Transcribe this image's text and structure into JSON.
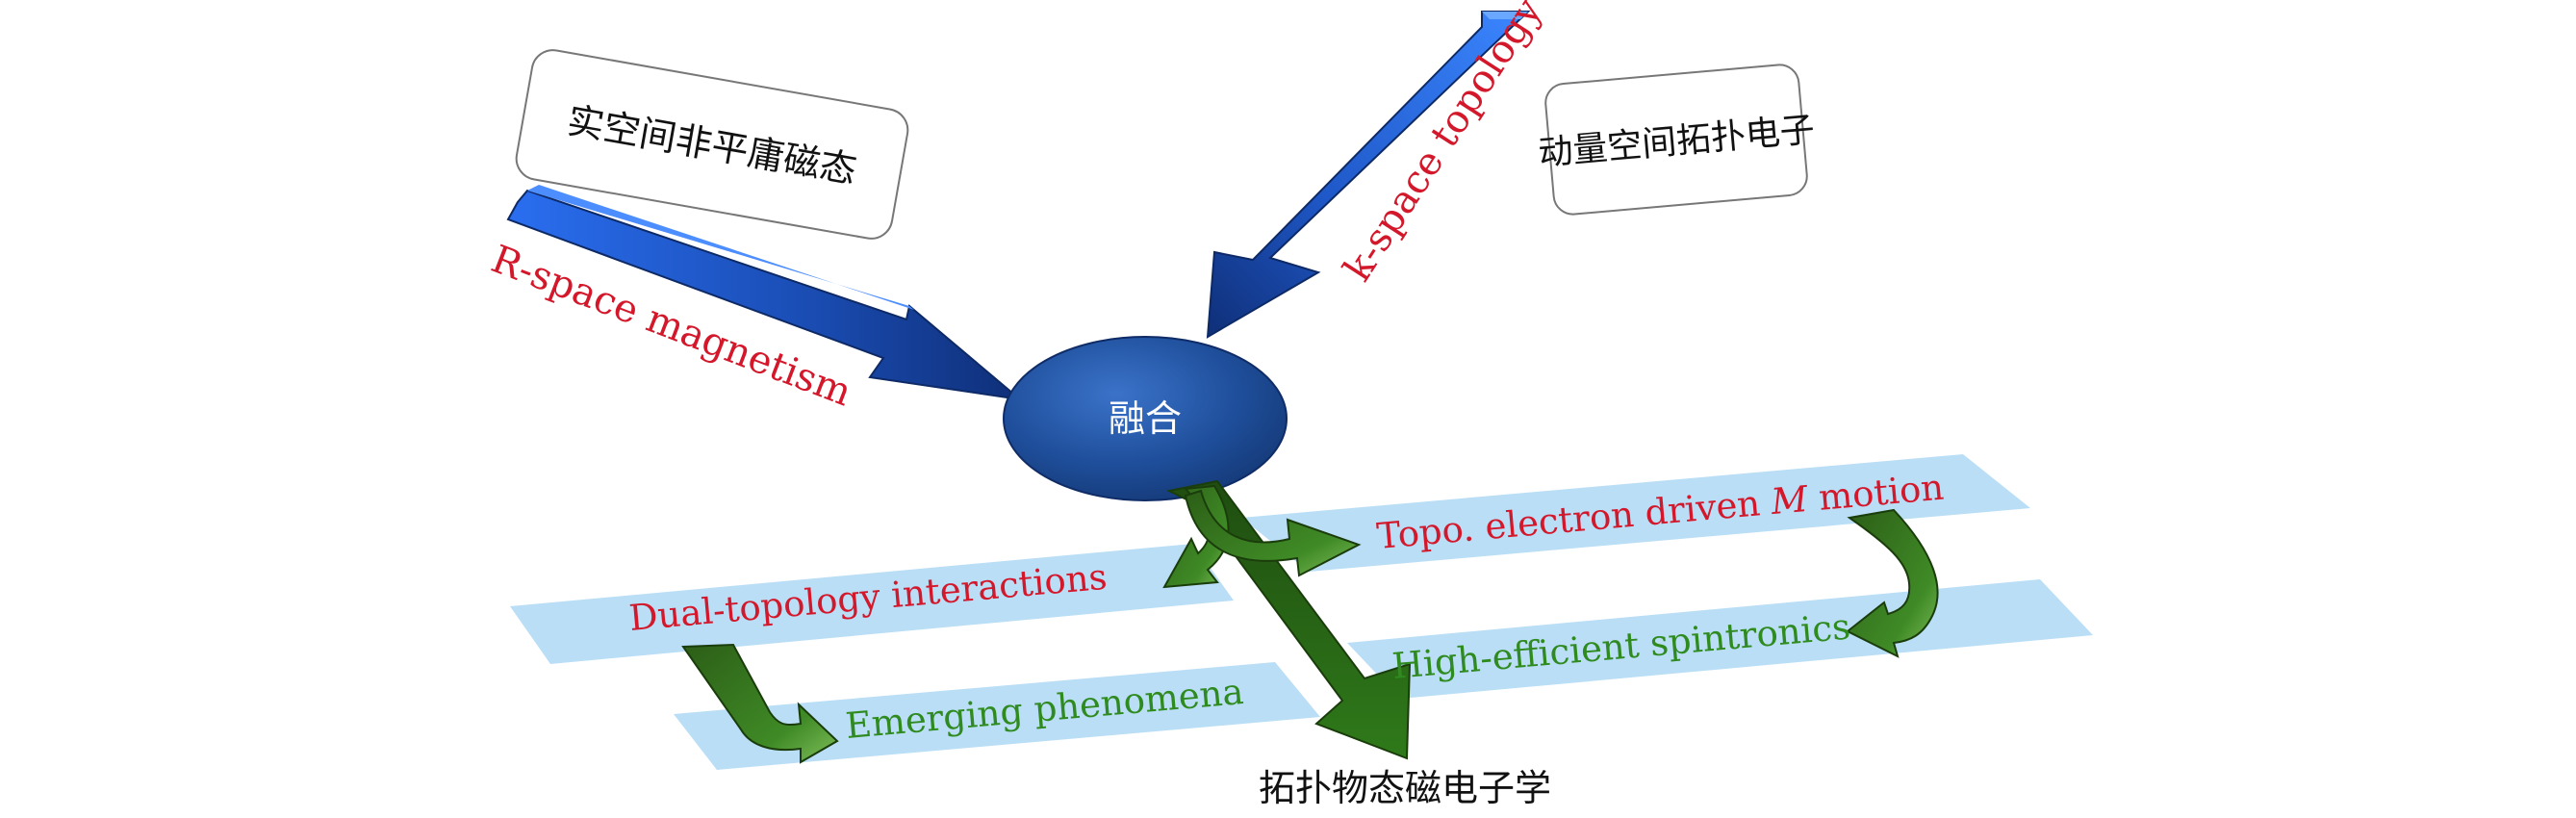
{
  "center_node": {
    "label": "融合"
  },
  "inputs": {
    "real_space": {
      "box_label": "实空间非平庸磁态",
      "arrow_label": "R-space magnetism",
      "arrow_label_color": "#d4182b"
    },
    "k_space": {
      "box_label": "动量空间拓扑电子",
      "arrow_label": "k-space topology",
      "arrow_label_color": "#d4182b"
    }
  },
  "panels": {
    "dual_topology": {
      "label": "Dual-topology interactions",
      "color": "#d4182b"
    },
    "emerging": {
      "label": "Emerging phenomena",
      "color": "#2f8a1f"
    },
    "topo_electron": {
      "label_prefix": "Topo. electron driven ",
      "label_italic": "M",
      "label_suffix": " motion",
      "color": "#d4182b"
    },
    "spintronics": {
      "label": "High-efficient spintronics",
      "color": "#2f8a1f"
    }
  },
  "output": {
    "label": "拓扑物态磁电子学"
  },
  "colors": {
    "panel_fill": "#b9def6",
    "node_fill": "#1f4f9c",
    "input_arrow": "#1f5fd6",
    "flow_arrow": "#2f6b1a"
  }
}
